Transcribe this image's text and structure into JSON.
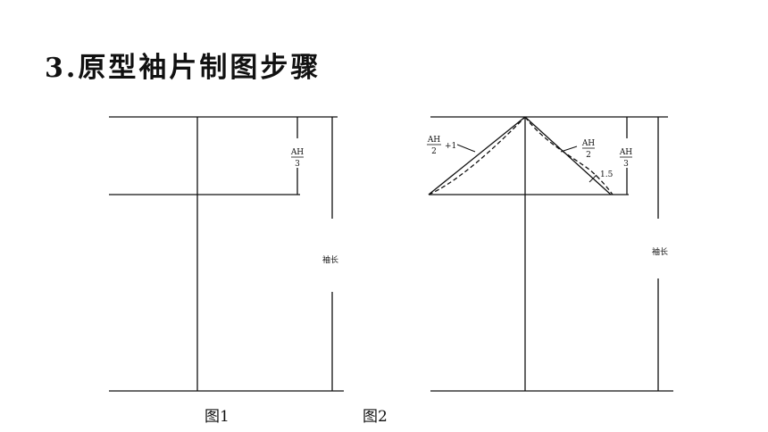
{
  "title": {
    "number": "3.",
    "text": "原型袖片制图步骤"
  },
  "figure1": {
    "caption": "图1",
    "frac_numerator": "AH",
    "frac_denominator": "3",
    "length_label": "袖长"
  },
  "figure2": {
    "caption": "图2",
    "left_numerator": "AH",
    "left_denominator": "2",
    "left_suffix": "+1",
    "right_numerator": "AH",
    "right_denominator": "2",
    "offset_label": "1.5",
    "height_numerator": "AH",
    "height_denominator": "3",
    "length_label": "袖长"
  },
  "colors": {
    "line": "#111111",
    "background": "#ffffff"
  }
}
